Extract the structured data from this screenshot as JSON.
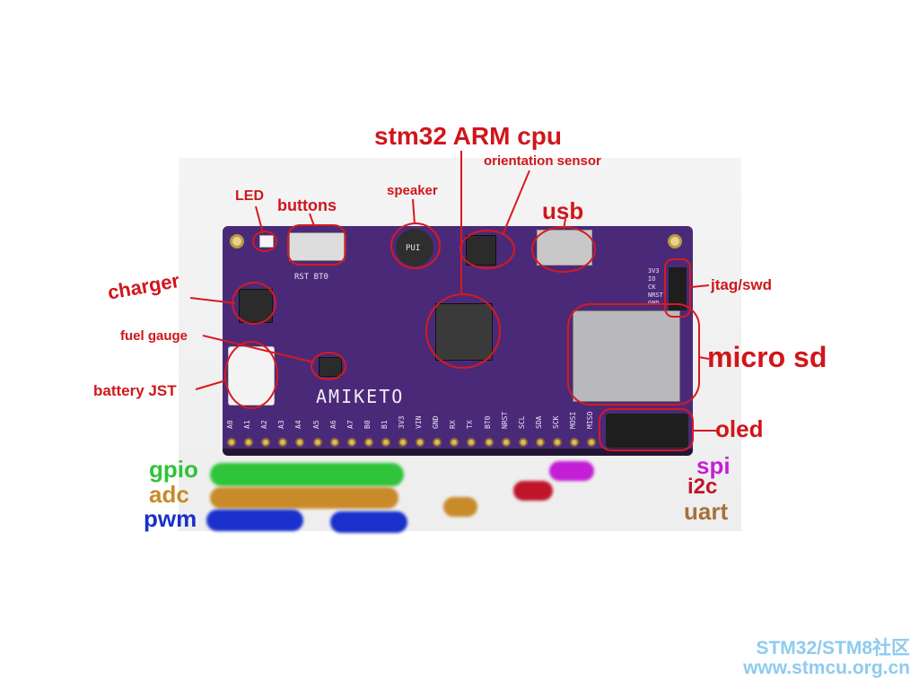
{
  "board": {
    "name": "AMIKETO",
    "pin_labels": [
      "A0",
      "A1",
      "A2",
      "A3",
      "A4",
      "A5",
      "A6",
      "A7",
      "B0",
      "B1",
      "3V3",
      "VIN",
      "GND",
      "RX",
      "TX",
      "BT0",
      "NRST",
      "SCL",
      "SDA",
      "SCK",
      "MOSI",
      "MISO"
    ],
    "buttons": "RST BT0",
    "swd_labels": [
      "3V3",
      "IO",
      "CK",
      "NRST",
      "GND"
    ],
    "speaker_mark": "PUI"
  },
  "annotations": {
    "cpu": "stm32 ARM cpu",
    "orientation": "orientation sensor",
    "speaker": "speaker",
    "led": "LED",
    "buttons": "buttons",
    "usb": "usb",
    "charger": "charger",
    "fuel_gauge": "fuel gauge",
    "battery": "battery JST",
    "jtag": "jtag/swd",
    "micro_sd": "micro sd",
    "oled": "oled"
  },
  "legend": {
    "gpio": {
      "label": "gpio",
      "color": "#2fc43a"
    },
    "adc": {
      "label": "adc",
      "color": "#c98a2a"
    },
    "pwm": {
      "label": "pwm",
      "color": "#1a2fcc"
    },
    "spi": {
      "label": "spi",
      "color": "#c41ed6"
    },
    "i2c": {
      "label": "i2c",
      "color": "#c0142b"
    },
    "uart": {
      "label": "uart",
      "color": "#a8703a"
    }
  },
  "watermark": {
    "line1": "STM32/STM8社区",
    "line2": "www.stmcu.org.cn"
  }
}
